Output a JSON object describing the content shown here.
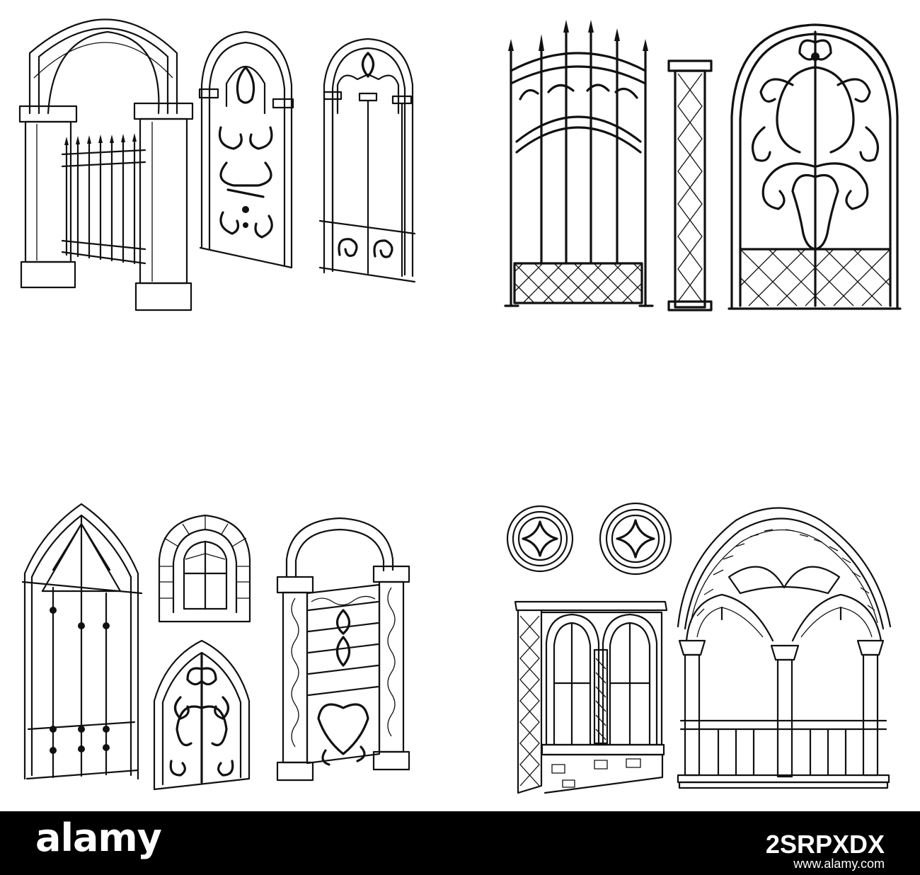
{
  "footer": {
    "brand": "alamy",
    "image_id": "2SRPXDX",
    "site": "www.alamy.com",
    "background": "#000000",
    "text_color": "#ffffff"
  },
  "illustration": {
    "groups": [
      {
        "name": "archways-with-gates",
        "items": [
          "stone-arch-with-gate",
          "scroll-gate-panel",
          "arched-bar-window"
        ]
      },
      {
        "name": "iron-gates",
        "items": [
          "spiked-iron-gate",
          "lattice-pillar",
          "scroll-arched-gate"
        ]
      },
      {
        "name": "windows-and-doors",
        "items": [
          "gothic-barred-window",
          "brick-arched-window",
          "gothic-scroll-window",
          "ornate-door-frame"
        ]
      },
      {
        "name": "gothic-windows",
        "items": [
          "round-window-star",
          "round-window-star",
          "twin-arch-window",
          "gothic-arcade-balcony"
        ]
      }
    ]
  }
}
